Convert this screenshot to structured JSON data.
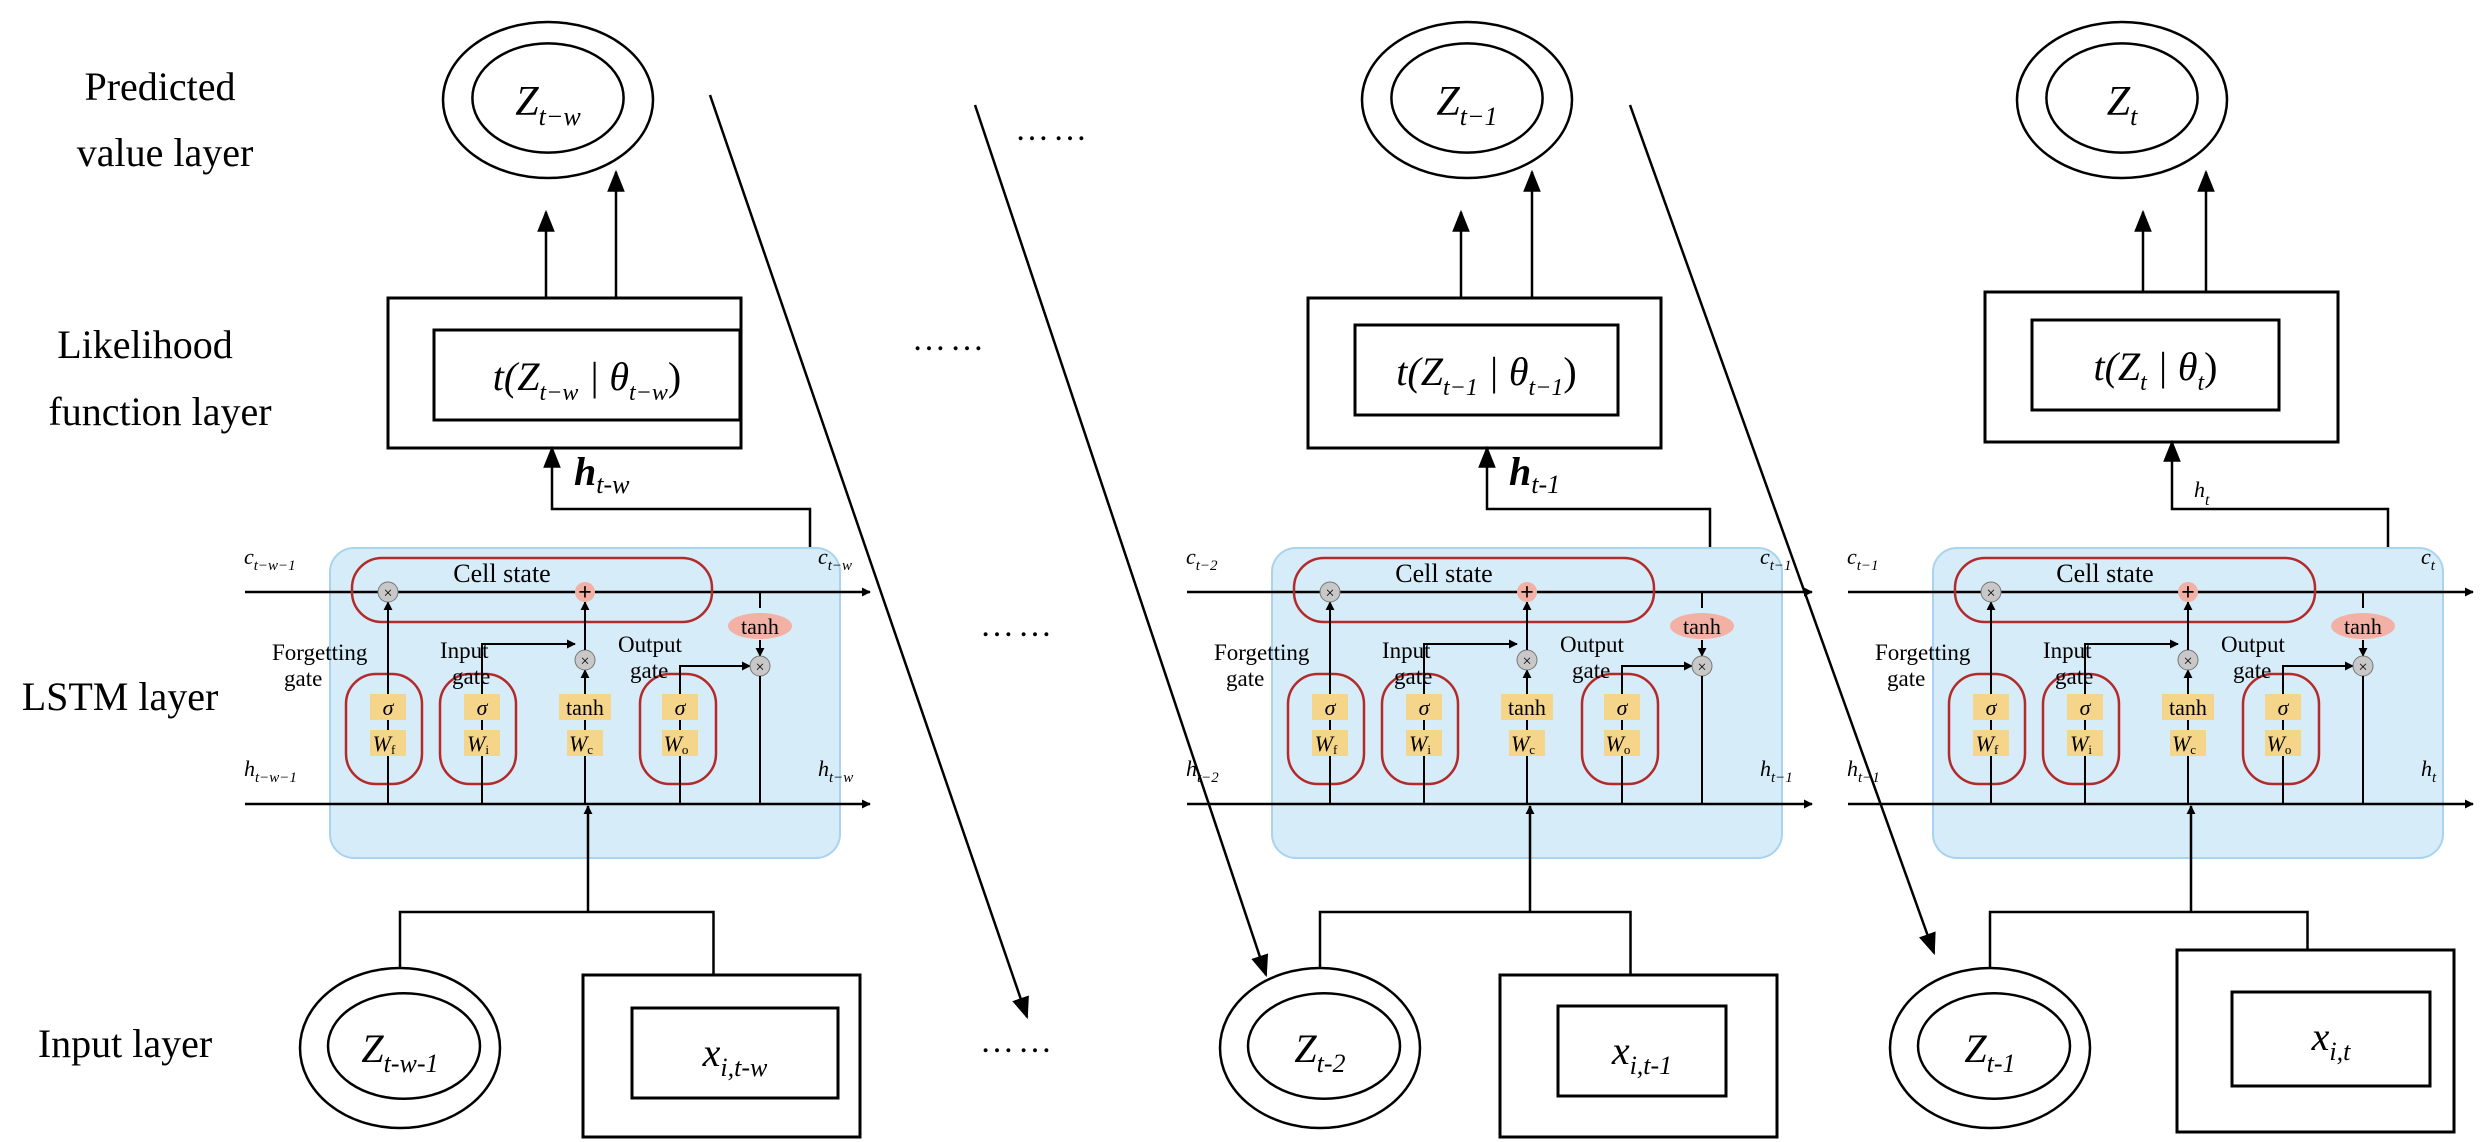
{
  "layers": {
    "predicted_l1": "Predicted",
    "predicted_l2": "value layer",
    "likelihood_l1": "Likelihood",
    "likelihood_l2": "function layer",
    "lstm": "LSTM layer",
    "input": "Input layer"
  },
  "ellipsis": "……",
  "columns": [
    {
      "z_pred": "Z",
      "z_pred_sub": "t−w",
      "lik_pre": "t(Z",
      "lik_sub1": "t−w",
      "lik_mid": " | θ",
      "lik_sub2": "t−w",
      "lik_post": ")",
      "h_main": "h",
      "h_sub": "t-w",
      "c_in": "c",
      "c_in_sub": "t−w−1",
      "c_out": "c",
      "c_out_sub": "t−w",
      "h_in": "h",
      "h_in_sub": "t−w−1",
      "h_out": "h",
      "h_out_sub": "t−w",
      "z_in": "Z",
      "z_in_sub": "t-w-1",
      "x_in": "x",
      "x_in_sub": "i,t-w"
    },
    {
      "z_pred": "Z",
      "z_pred_sub": "t−1",
      "lik_pre": "t(Z",
      "lik_sub1": "t−1",
      "lik_mid": " | θ",
      "lik_sub2": "t−1",
      "lik_post": ")",
      "h_main": "h",
      "h_sub": "t-1",
      "c_in": "c",
      "c_in_sub": "t−2",
      "c_out": "c",
      "c_out_sub": "t−1",
      "h_in": "h",
      "h_in_sub": "t−2",
      "h_out": "h",
      "h_out_sub": "t−1",
      "z_in": "Z",
      "z_in_sub": "t-2",
      "x_in": "x",
      "x_in_sub": "i,t-1"
    },
    {
      "z_pred": "Z",
      "z_pred_sub": "t",
      "lik_pre": "t(Z",
      "lik_sub1": "t",
      "lik_mid": " | θ",
      "lik_sub2": "t",
      "lik_post": ")",
      "h_main": "h",
      "h_sub": "t",
      "c_in": "c",
      "c_in_sub": "t−1",
      "c_out": "c",
      "c_out_sub": "t",
      "h_in": "h",
      "h_in_sub": "t−1",
      "h_out": "h",
      "h_out_sub": "t",
      "z_in": "Z",
      "z_in_sub": "t-1",
      "x_in": "x",
      "x_in_sub": "i,t"
    }
  ],
  "lstm_cell": {
    "cell_state": "Cell state",
    "forget_gate_l1": "Forgetting",
    "forget_gate_l2": "gate",
    "input_gate_l1": "Input",
    "input_gate_l2": "gate",
    "output_gate_l1": "Output",
    "output_gate_l2": "gate",
    "tanh": "tanh",
    "sigma": "σ",
    "w": "W",
    "wf_sub": "f",
    "wi_sub": "i",
    "wc_sub": "c",
    "wo_sub": "o",
    "times": "×",
    "plus": "+"
  },
  "colors": {
    "cell_fill": "#d6ecf8",
    "cell_stroke": "#a9d3ef",
    "gate_loop": "#b22a2a",
    "box_fill": "#f5d58a",
    "tanh_fill": "#f2b1a4",
    "op_fill": "#c8c8c8"
  }
}
